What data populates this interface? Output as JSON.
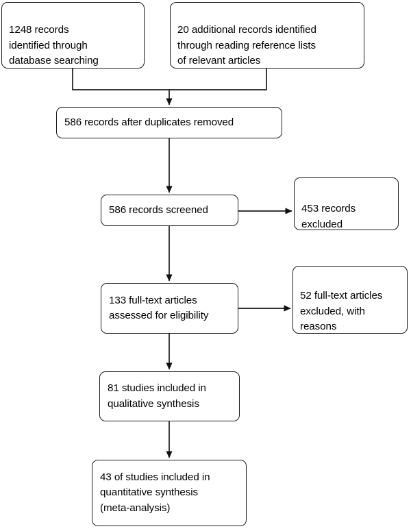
{
  "diagram": {
    "type": "prisma-flow-diagram",
    "title": "PRISMA study selection flow diagram",
    "background_color": "#ffffff",
    "line_color": "#1a1a1a",
    "text_color": "#000000",
    "box_fill": "#ffffff"
  },
  "nodes": {
    "identification_database": {
      "text": "1248 records\nidentified through\ndatabase searching",
      "count": 1248,
      "stage": "identification"
    },
    "identification_other": {
      "text": "20 additional records identified\nthrough reading reference lists\nof relevant articles",
      "count": 20,
      "stage": "identification"
    },
    "duplicates_removed": {
      "text": "586 records after duplicates removed",
      "count": 586,
      "stage": "screening"
    },
    "records_screened": {
      "text": "586 records screened",
      "count": 586,
      "stage": "screening"
    },
    "records_excluded": {
      "text": "453 records\nexcluded",
      "count": 453,
      "stage": "screening"
    },
    "fulltext_assessed": {
      "text": "133 full-text articles\nassessed for eligibility",
      "count": 133,
      "stage": "eligibility"
    },
    "fulltext_excluded": {
      "text": "52 full-text articles\nexcluded, with\nreasons",
      "count": 52,
      "stage": "eligibility"
    },
    "qualitative_synthesis": {
      "text": "81 studies included in\nqualitative synthesis",
      "count": 81,
      "stage": "included"
    },
    "quantitative_synthesis": {
      "text": "43 of studies included in\nquantitative synthesis\n(meta-analysis)",
      "count": 43,
      "stage": "included"
    }
  },
  "connectors": [
    {
      "name": "database-to-merge",
      "from": "identification_database",
      "to": "duplicates_removed",
      "style": "elbow"
    },
    {
      "name": "other-to-merge",
      "from": "identification_other",
      "to": "duplicates_removed",
      "style": "elbow"
    },
    {
      "name": "duplicates-to-screened",
      "from": "duplicates_removed",
      "to": "records_screened",
      "style": "arrow-down"
    },
    {
      "name": "screened-to-excluded",
      "from": "records_screened",
      "to": "records_excluded",
      "style": "arrow-right"
    },
    {
      "name": "screened-to-fulltext",
      "from": "records_screened",
      "to": "fulltext_assessed",
      "style": "arrow-down"
    },
    {
      "name": "fulltext-to-excluded",
      "from": "fulltext_assessed",
      "to": "fulltext_excluded",
      "style": "arrow-right"
    },
    {
      "name": "fulltext-to-qualitative",
      "from": "fulltext_assessed",
      "to": "qualitative_synthesis",
      "style": "arrow-down"
    },
    {
      "name": "qualitative-to-quantitative",
      "from": "qualitative_synthesis",
      "to": "quantitative_synthesis",
      "style": "arrow-down"
    }
  ]
}
